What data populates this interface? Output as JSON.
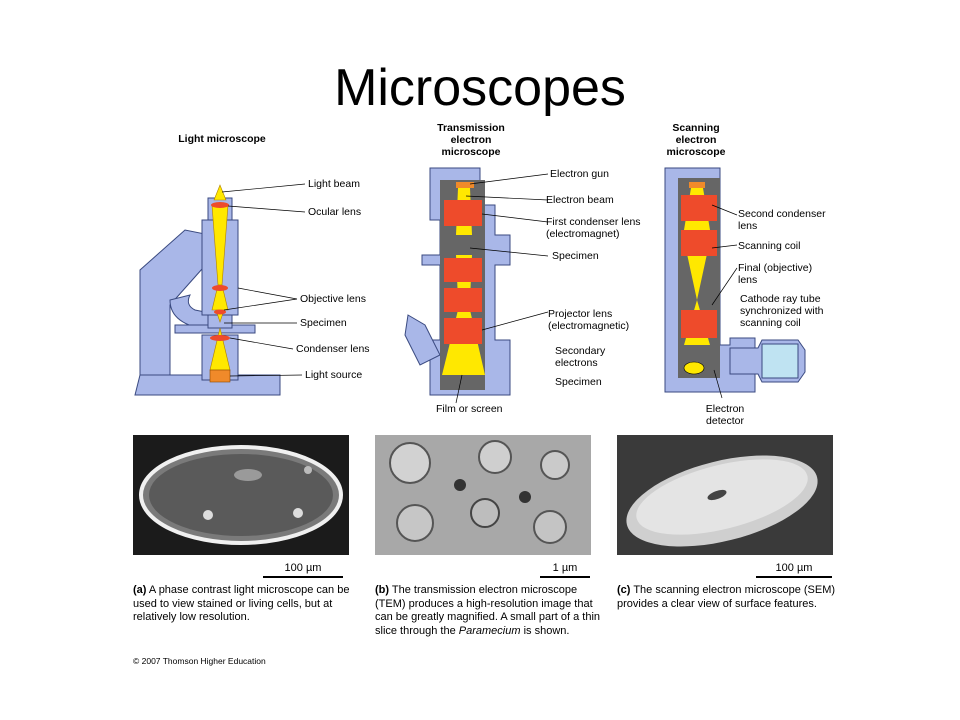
{
  "title": "Microscopes",
  "light": {
    "heading": "Light microscope",
    "labels": [
      "Light beam",
      "Ocular lens",
      "Objective lens",
      "Specimen",
      "Condenser lens",
      "Light source"
    ]
  },
  "tem": {
    "heading": "Transmission electron microscope",
    "labels": [
      "Electron gun",
      "Electron beam",
      "First condenser lens (electromagnet)",
      "Specimen",
      "Projector lens (electromagnetic)",
      "Secondary electrons",
      "Specimen",
      "Film or screen"
    ]
  },
  "sem": {
    "heading": "Scanning electron microscope",
    "labels": [
      "Second condenser lens",
      "Scanning coil",
      "Final (objective) lens",
      "Cathode ray tube synchronized with scanning coil",
      "Electron detector"
    ]
  },
  "panels": [
    {
      "scale": "100 µm",
      "tag": "(a)",
      "caption": "A phase contrast light microscope can be used to view stained or living cells, but at relatively low resolution."
    },
    {
      "scale": "1 µm",
      "tag": "(b)",
      "caption": "The transmission electron microscope (TEM) produces a high-resolution image that can be greatly magnified. A small part of a thin slice through the",
      "caption_italic": "Paramecium",
      "caption_end": "is shown."
    },
    {
      "scale": "100 µm",
      "tag": "(c)",
      "caption": "The scanning electron microscope (SEM) provides a clear view of surface features."
    }
  ],
  "copyright": "© 2007 Thomson Higher Education",
  "colors": {
    "body": "#a9b7e8",
    "outline": "#3a4a80",
    "beam": "#ffe800",
    "lens": "#ee4b2b",
    "dark": "#555555"
  }
}
